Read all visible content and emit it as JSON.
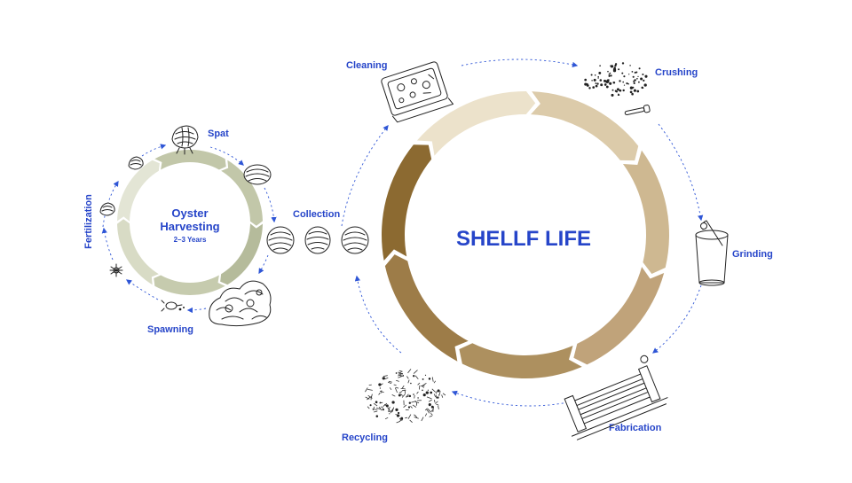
{
  "colors": {
    "label": "#2645c9",
    "arrow": "#2f56d6",
    "small_ring": [
      "#c2c7a9",
      "#c2c7a9",
      "#b5bb9b",
      "#c6cbae",
      "#d8dbc5",
      "#e3e5d5"
    ],
    "large_ring": [
      "#ece2cb",
      "#dccbaa",
      "#ceb891",
      "#c0a37a",
      "#ad905f",
      "#9d7c48",
      "#8c6a31"
    ]
  },
  "small_cycle": {
    "title_line1": "Oyster",
    "title_line2": "Harvesting",
    "subtitle": "2–3 Years",
    "stages": {
      "spat": "Spat",
      "fertilization": "Fertilization",
      "spawning": "Spawning"
    }
  },
  "large_cycle": {
    "title": "SHELLF LIFE",
    "stages": {
      "collection": "Collection",
      "cleaning": "Cleaning",
      "crushing": "Crushing",
      "grinding": "Grinding",
      "fabrication": "Fabrication",
      "recycling": "Recycling"
    }
  },
  "icons": [
    "oyster-shell-icon",
    "spat-oyster-icon",
    "small-oyster-icon",
    "larva-icon",
    "oyster-cluster-icon",
    "cleaning-tray-icon",
    "crushed-shell-icon",
    "grinder-cup-icon",
    "fabrication-frame-icon",
    "recycled-particles-icon"
  ]
}
